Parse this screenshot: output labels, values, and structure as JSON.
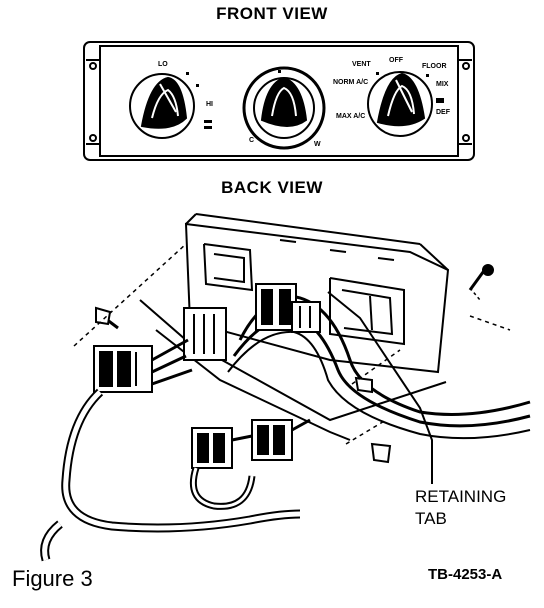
{
  "front_view_title": "FRONT VIEW",
  "back_view_title": "BACK VIEW",
  "knob_labels": {
    "lo": "LO",
    "hi": "HI",
    "c": "C",
    "w": "W",
    "vent": "VENT",
    "off": "OFF",
    "floor": "FLOOR",
    "norm_ac": "NORM A/C",
    "max_ac": "MAX A/C",
    "mix": "MIX",
    "def": "DEF"
  },
  "callout": {
    "line1": "RETAINING",
    "line2": "TAB"
  },
  "figure_caption": "Figure 3",
  "reference_code": "TB-4253-A"
}
